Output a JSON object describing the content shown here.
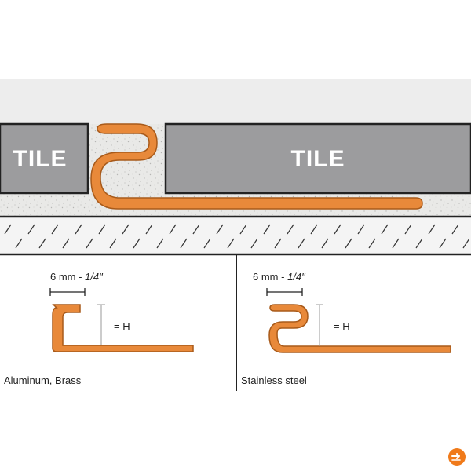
{
  "section": {
    "tile_left_label": "TILE",
    "tile_right_label": "TILE"
  },
  "profiles": [
    {
      "dimension_label": "6 mm - ",
      "dimension_fraction": "1/4\"",
      "height_label": "= H",
      "caption": "Aluminum, Brass"
    },
    {
      "dimension_label": "6 mm - ",
      "dimension_fraction": "1/4\"",
      "height_label": "= H",
      "caption": "Stainless steel"
    }
  ],
  "colors": {
    "profile_fill": "#E8893A",
    "profile_stroke": "#A85A1A",
    "tile": "#9C9C9E",
    "ceiling": "#EDEDED",
    "mortar": "#E9E9E7",
    "outline": "#222222"
  },
  "icons": {
    "brand_logo": "orange-circle-arrow-icon"
  }
}
